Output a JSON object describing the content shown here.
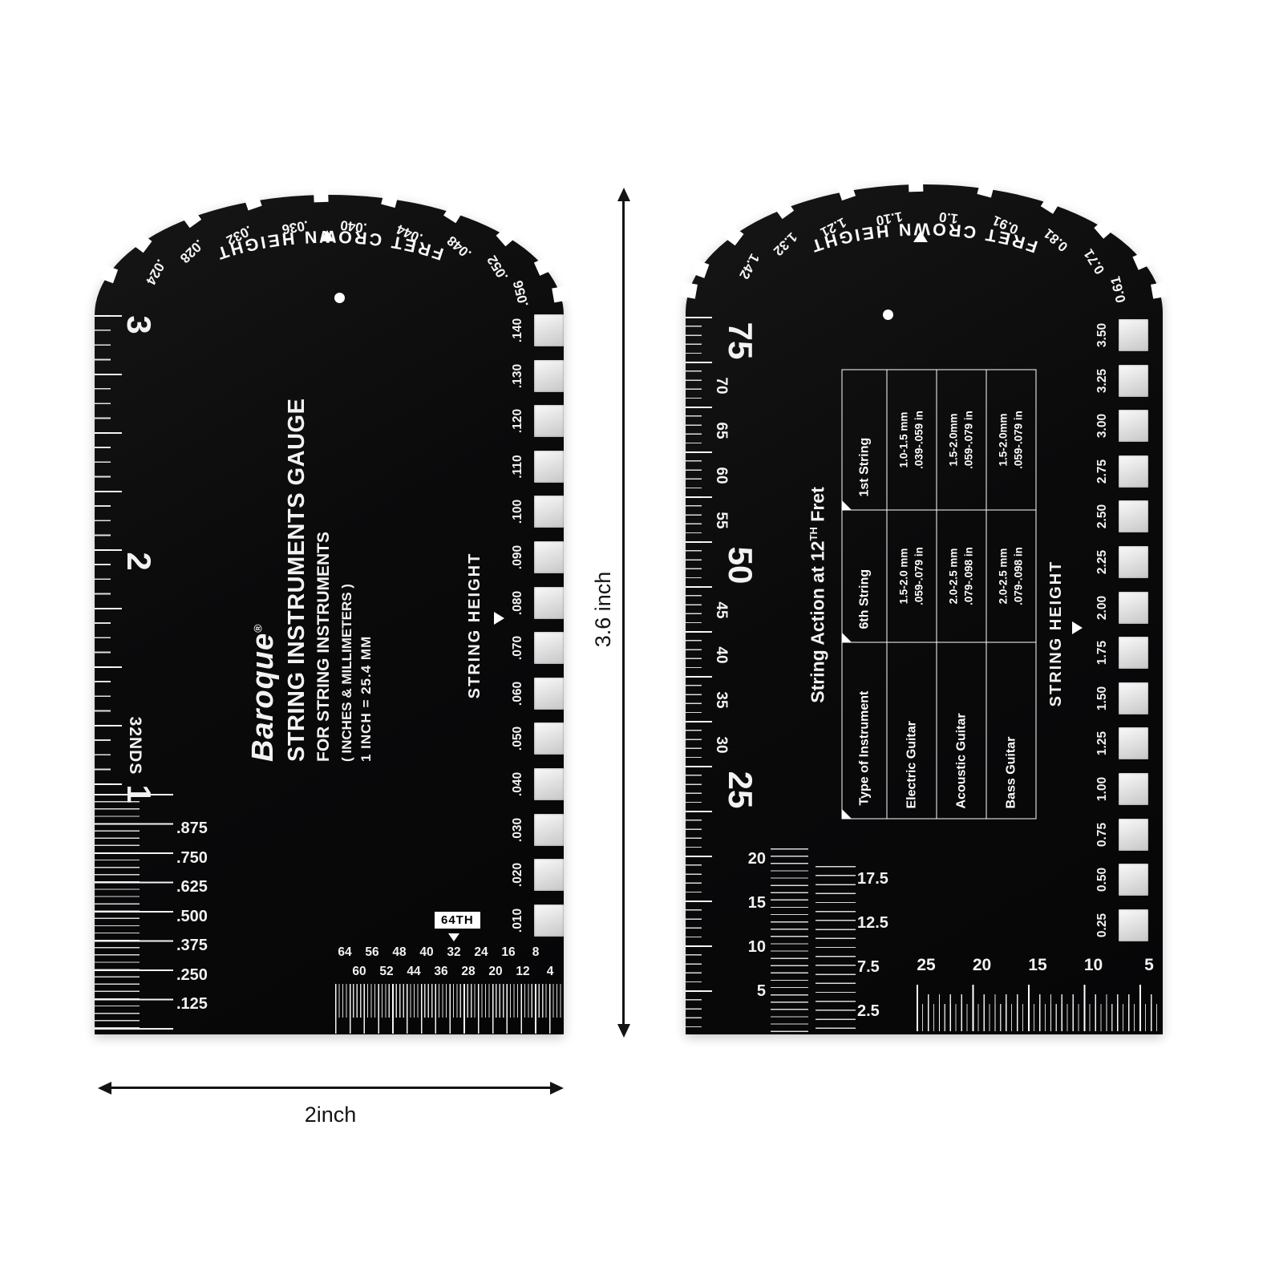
{
  "annotations": {
    "height_label": "3.6 inch",
    "width_label": "2inch"
  },
  "front_card": {
    "heading": "FRET CROWN HEIGHT",
    "arc_labels": [
      ".024",
      ".028",
      ".032",
      ".036",
      ".040",
      ".044",
      ".048",
      ".052",
      ".056"
    ],
    "inch_numbers": [
      "3",
      "2",
      "1"
    ],
    "scale_name": "32NDS",
    "fraction_labels": [
      ".875",
      ".750",
      ".625",
      ".500",
      ".375",
      ".250",
      ".125"
    ],
    "brand": "Baroque",
    "brand_mark": "®",
    "title": "STRING INSTRUMENTS GAUGE",
    "subtitle": "FOR STRING INSTRUMENTS",
    "units_note": "( INCHES & MILLIMETERS )",
    "conversion_note": "1 INCH = 25.4 MM",
    "string_height_label": "STRING HEIGHT",
    "step_labels": [
      ".140",
      ".130",
      ".120",
      ".110",
      ".100",
      ".090",
      ".080",
      ".070",
      ".060",
      ".050",
      ".040",
      ".030",
      ".020",
      ".010"
    ],
    "comb_unit_label": "64TH",
    "comb_row1": [
      "64",
      "56",
      "48",
      "40",
      "32",
      "24",
      "16",
      "8"
    ],
    "comb_row2": [
      "60",
      "52",
      "44",
      "36",
      "28",
      "20",
      "12",
      "4"
    ]
  },
  "back_card": {
    "heading": "FRET CROWN HEIGHT",
    "arc_labels": [
      "1.42",
      "1.32",
      "1.21",
      "1.10",
      "1.0",
      "0.91",
      "0.81",
      "0.71",
      "0.61"
    ],
    "mm_numbers": [
      "75",
      "70",
      "65",
      "60",
      "55",
      "50",
      "45",
      "40",
      "35",
      "30",
      "25"
    ],
    "mm_lower_numbers": [
      "20",
      "15",
      "10",
      "5"
    ],
    "mm_half_numbers": [
      "17.5",
      "12.5",
      "7.5",
      "2.5"
    ],
    "table": {
      "title_prefix": "String Action at 12",
      "title_sup": "TH",
      "title_suffix": " Fret",
      "headers": [
        "Type of Instrument",
        "6th String",
        "1st String"
      ],
      "rows": [
        {
          "instrument": "Electric Guitar",
          "s6_mm": "1.5-2.0 mm",
          "s6_in": ".059-.079 in",
          "s1_mm": "1.0-1.5 mm",
          "s1_in": ".039-.059 in"
        },
        {
          "instrument": "Acoustic Guitar",
          "s6_mm": "2.0-2.5 mm",
          "s6_in": ".079-.098 in",
          "s1_mm": "1.5-2.0mm",
          "s1_in": ".059-.079 in"
        },
        {
          "instrument": "Bass Guitar",
          "s6_mm": "2.0-2.5 mm",
          "s6_in": ".079-.098 in",
          "s1_mm": "1.5-2.0mm",
          "s1_in": ".059-.079 in"
        }
      ]
    },
    "string_height_label": "STRING HEIGHT",
    "step_labels": [
      "3.50",
      "3.25",
      "3.00",
      "2.75",
      "2.50",
      "2.25",
      "2.00",
      "1.75",
      "1.50",
      "1.25",
      "1.00",
      "0.75",
      "0.50",
      "0.25"
    ],
    "bottom_ruler_numbers": [
      "25",
      "20",
      "15",
      "10",
      "5"
    ]
  },
  "colors": {
    "background": "#ffffff",
    "card": "#0a0a0b",
    "text_on_card": "#f2f2f2",
    "step_silver": "#e0e0e0",
    "annotation": "#141414"
  }
}
